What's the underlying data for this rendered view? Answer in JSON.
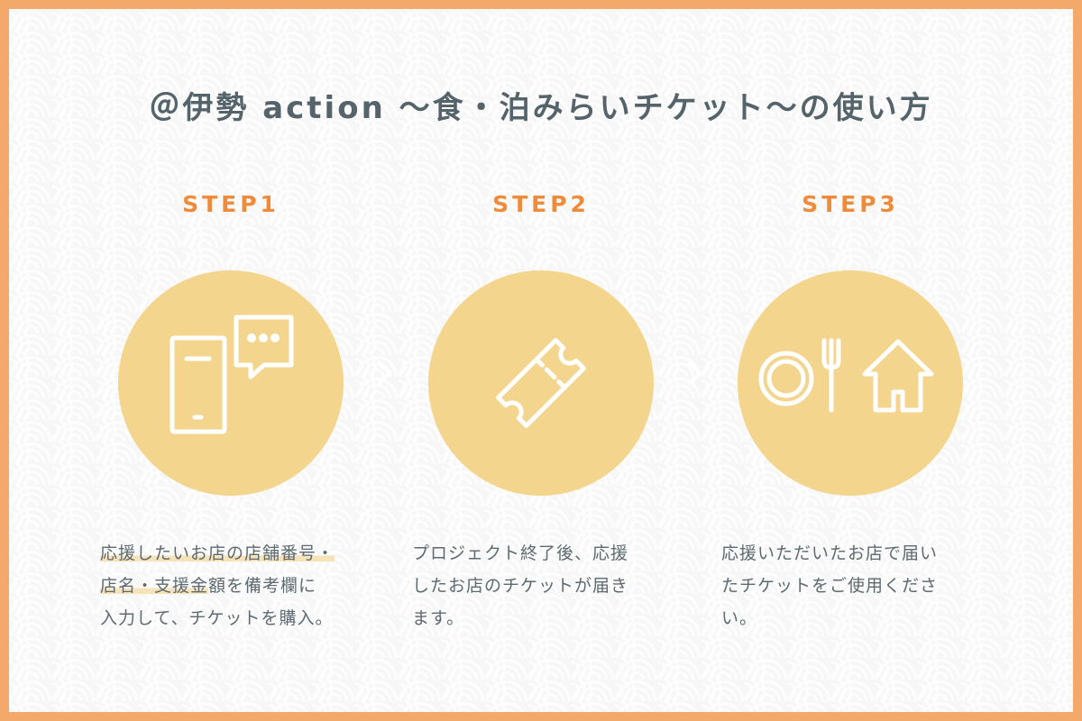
{
  "title": "＠伊勢 action 〜食・泊みらいチケット〜の使い方",
  "colors": {
    "border": "#f2a96a",
    "step_label": "#ee8c3c",
    "circle": "#f4d58e",
    "text": "#55636a",
    "highlight": "#f7e3b8"
  },
  "steps": [
    {
      "label": "STEP1",
      "icons": [
        "smartphone-icon",
        "chat-bubble-icon"
      ],
      "desc_highlight_1": "応援したいお店の店舗番号・",
      "desc_highlight_2": "店名・支援金",
      "desc_rest_2": "額を備考欄に",
      "desc_line_3": "入力して、チケットを購入。"
    },
    {
      "label": "STEP2",
      "icons": [
        "ticket-icon"
      ],
      "desc_line_1": "プロジェクト終了後、応援",
      "desc_line_2": "したお店のチケットが届き",
      "desc_line_3": "ます。"
    },
    {
      "label": "STEP3",
      "icons": [
        "plate-fork-icon",
        "house-icon"
      ],
      "desc_line_1": "応援いただいたお店で届い",
      "desc_line_2": "たチケットをご使用くださ",
      "desc_line_3": "い。"
    }
  ]
}
